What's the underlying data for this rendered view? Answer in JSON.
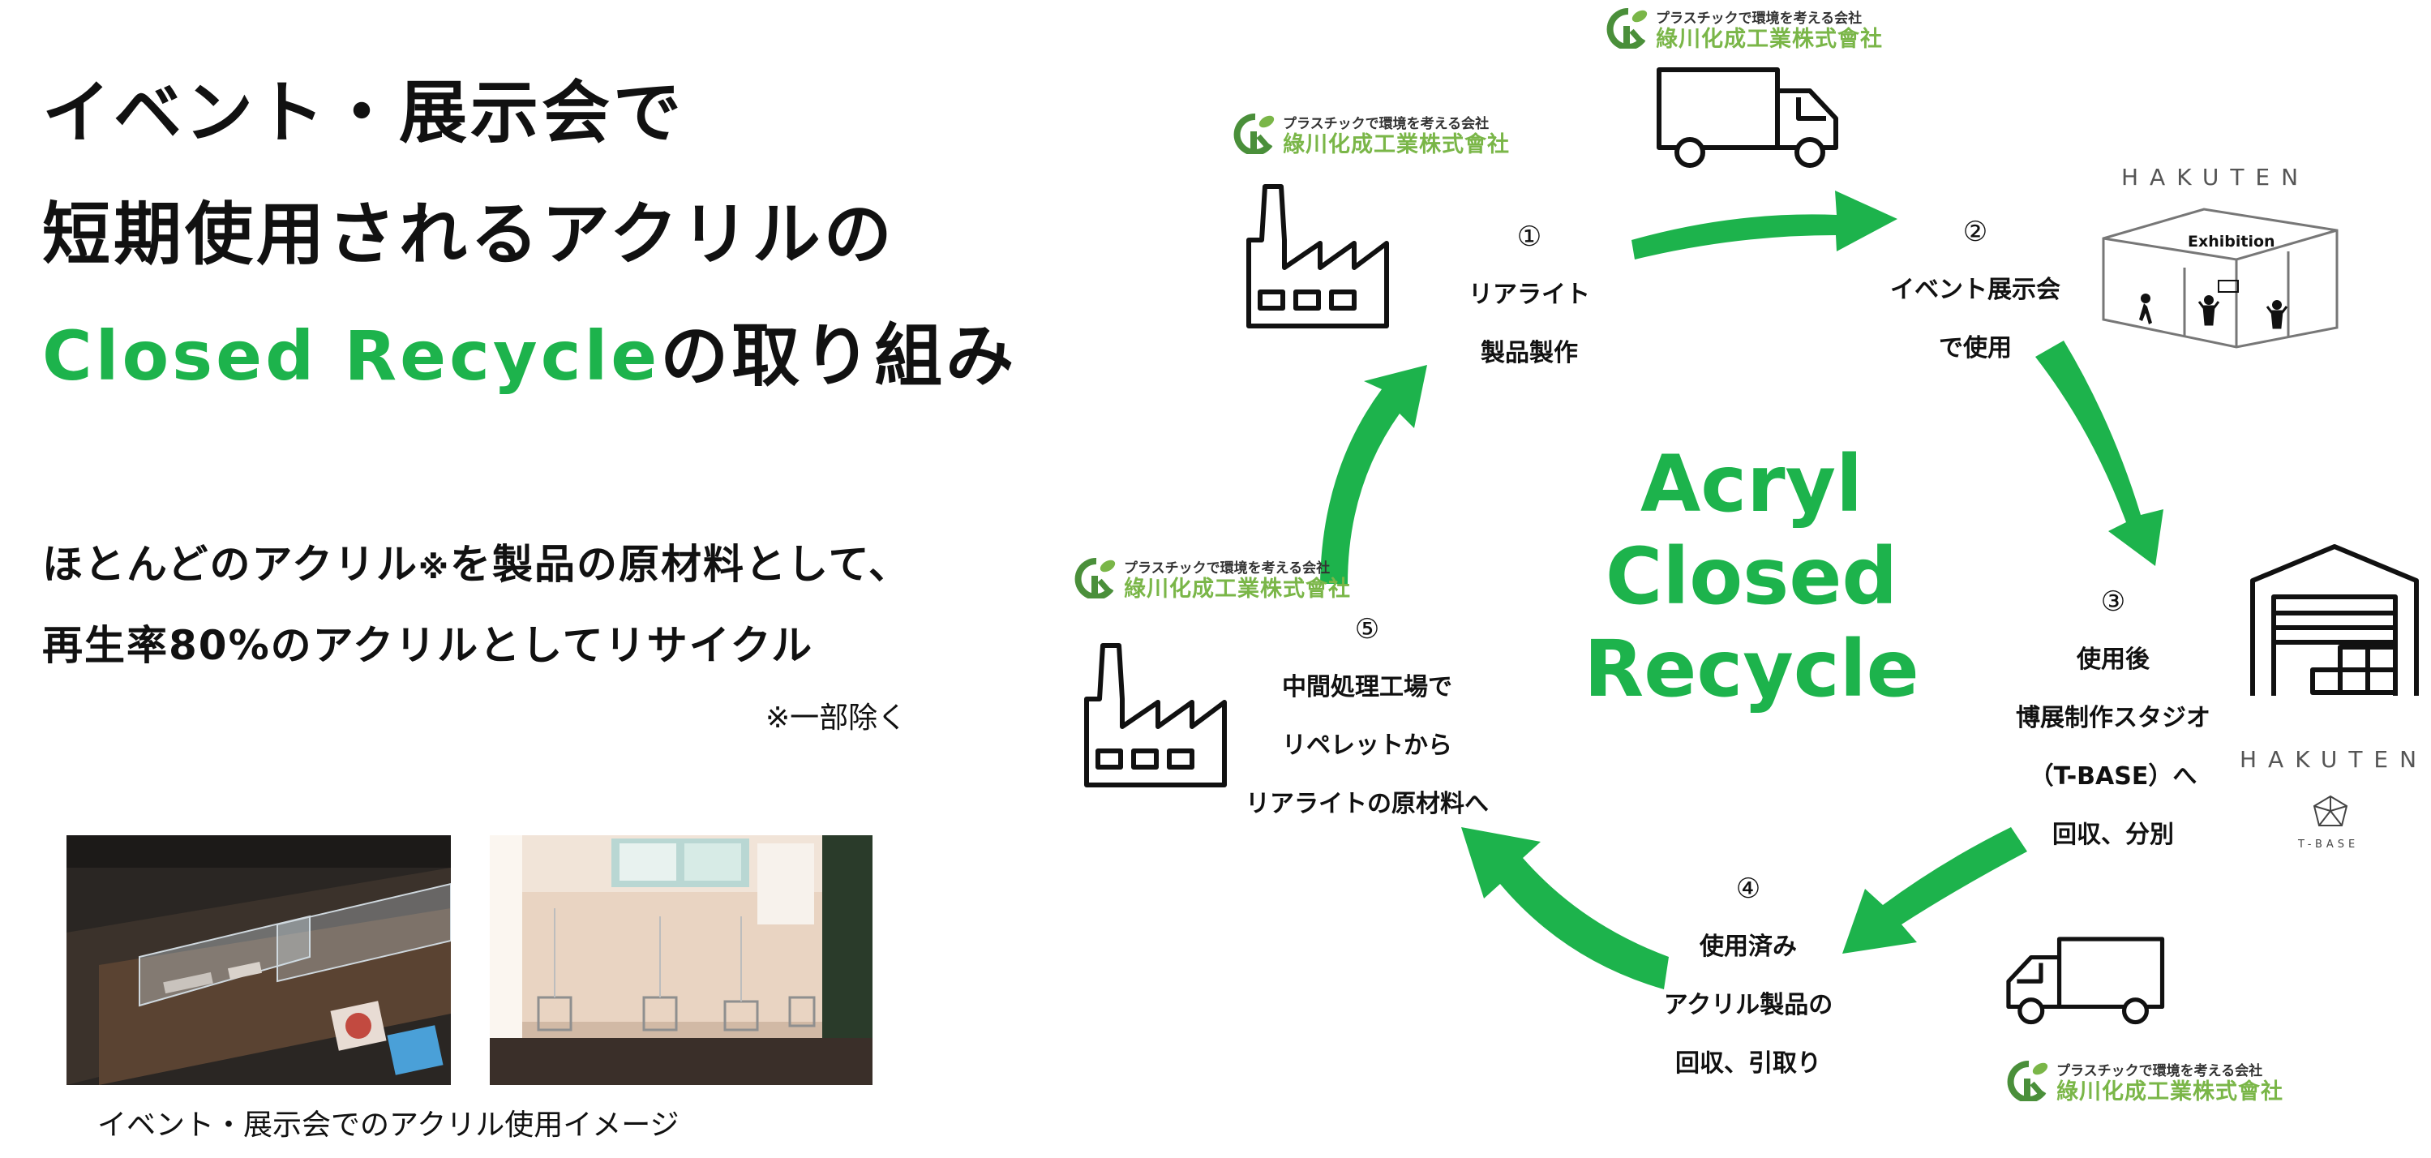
{
  "title": {
    "line1": "イベント・展示会で",
    "line2": "短期使用されるアクリルの",
    "line3_green": "Closed Recycle",
    "line3_rest": "の取り組み"
  },
  "body": {
    "line1_pre": "ほとんどのアクリル",
    "line1_mark": "※",
    "line1_post": "を製品の原材料として、",
    "line2": "再生率80%のアクリルとしてリサイクル",
    "footnote": "※一部除く"
  },
  "caption": "イベント・展示会でのアクリル使用イメージ",
  "center": {
    "line1": "Acryl",
    "line2": "Closed",
    "line3": "Recycle"
  },
  "steps": [
    {
      "num": "①",
      "lines": [
        "リアライト",
        "製品製作"
      ]
    },
    {
      "num": "②",
      "lines": [
        "イベント展示会",
        "で使用"
      ]
    },
    {
      "num": "③",
      "lines": [
        "使用後",
        "博展制作スタジオ",
        "（T-BASE）へ",
        "回収、分別"
      ]
    },
    {
      "num": "④",
      "lines": [
        "使用済み",
        "アクリル製品の",
        "回収、引取り"
      ]
    },
    {
      "num": "⑤",
      "lines": [
        "中間処理工場で",
        "リペレットから",
        "リアライトの原材料へ"
      ]
    }
  ],
  "company": {
    "tagline": "プラスチックで環境を考える会社",
    "name": "綠川化成工業株式會社"
  },
  "hakuten": "HAKUTEN",
  "tbase": "T-BASE",
  "exhibition": "Exhibition",
  "colors": {
    "accent": "#1db34c",
    "company": "#7ab648"
  },
  "icons": [
    "factory-icon",
    "truck-icon",
    "exhibition-booth-icon",
    "warehouse-icon",
    "tbase-logo-icon",
    "company-logo-icon"
  ]
}
